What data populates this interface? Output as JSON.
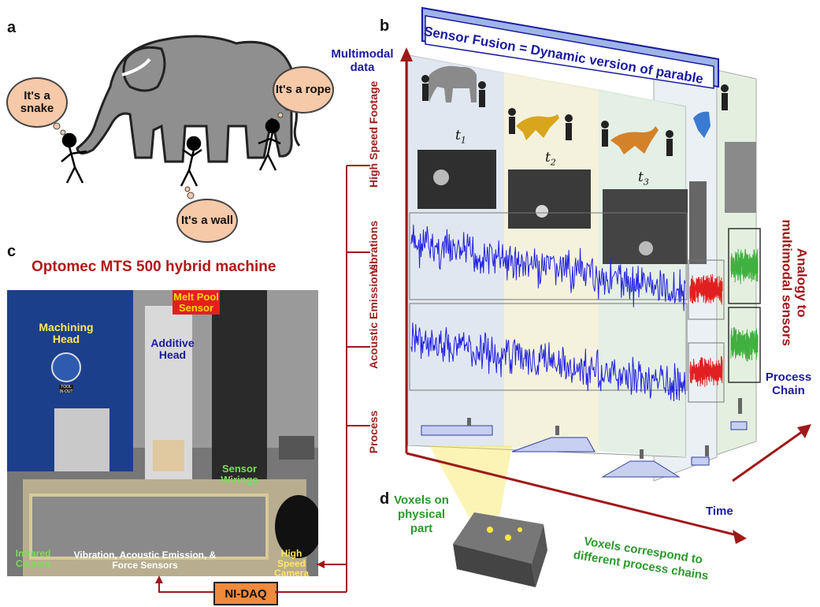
{
  "panels": {
    "a": "a",
    "b": "b",
    "c": "c",
    "d": "d"
  },
  "parable": {
    "bubbles": [
      "It's a snake",
      "It's a rope",
      "It's a wall"
    ]
  },
  "machine": {
    "title": "Optomec MTS 500 hybrid machine",
    "labels": {
      "melt_pool": "Melt Pool Sensor",
      "machining_head": "Machining Head",
      "additive_head": "Additive Head",
      "sensor_wirings": "Sensor Wirings",
      "infrared": "Infrared Camera",
      "vib_sensors": "Vibration, Acoustic Emission, & Force Sensors",
      "hs_camera": "High Speed Camera",
      "tool_btn": "TOOL IN-OUT"
    },
    "daq": "NI-DAQ"
  },
  "fusion": {
    "banner": "Sensor Fusion = Dynamic version of parable",
    "multimodal": "Multimodal data",
    "rows": [
      "High Speed Footage",
      "Vibrations",
      "Acoustic Emissions",
      "Process"
    ],
    "times": [
      "t",
      "t",
      "t"
    ],
    "time_subs": [
      "1",
      "2",
      "3"
    ],
    "analogy": "Analogy to multimodal sensors",
    "process_chain": "Process Chain",
    "time_axis": "Time"
  },
  "voxels": {
    "left": "Voxels on physical part",
    "right": "Voxels correspond to different process chains"
  },
  "colors": {
    "axis": "#a01818",
    "blue_text": "#1a1aa0",
    "green_text": "#2a9a2a",
    "signal_blue": "#2020e0",
    "signal_red": "#e02020",
    "signal_green": "#40b040",
    "daq_bg": "#f08a3c"
  }
}
